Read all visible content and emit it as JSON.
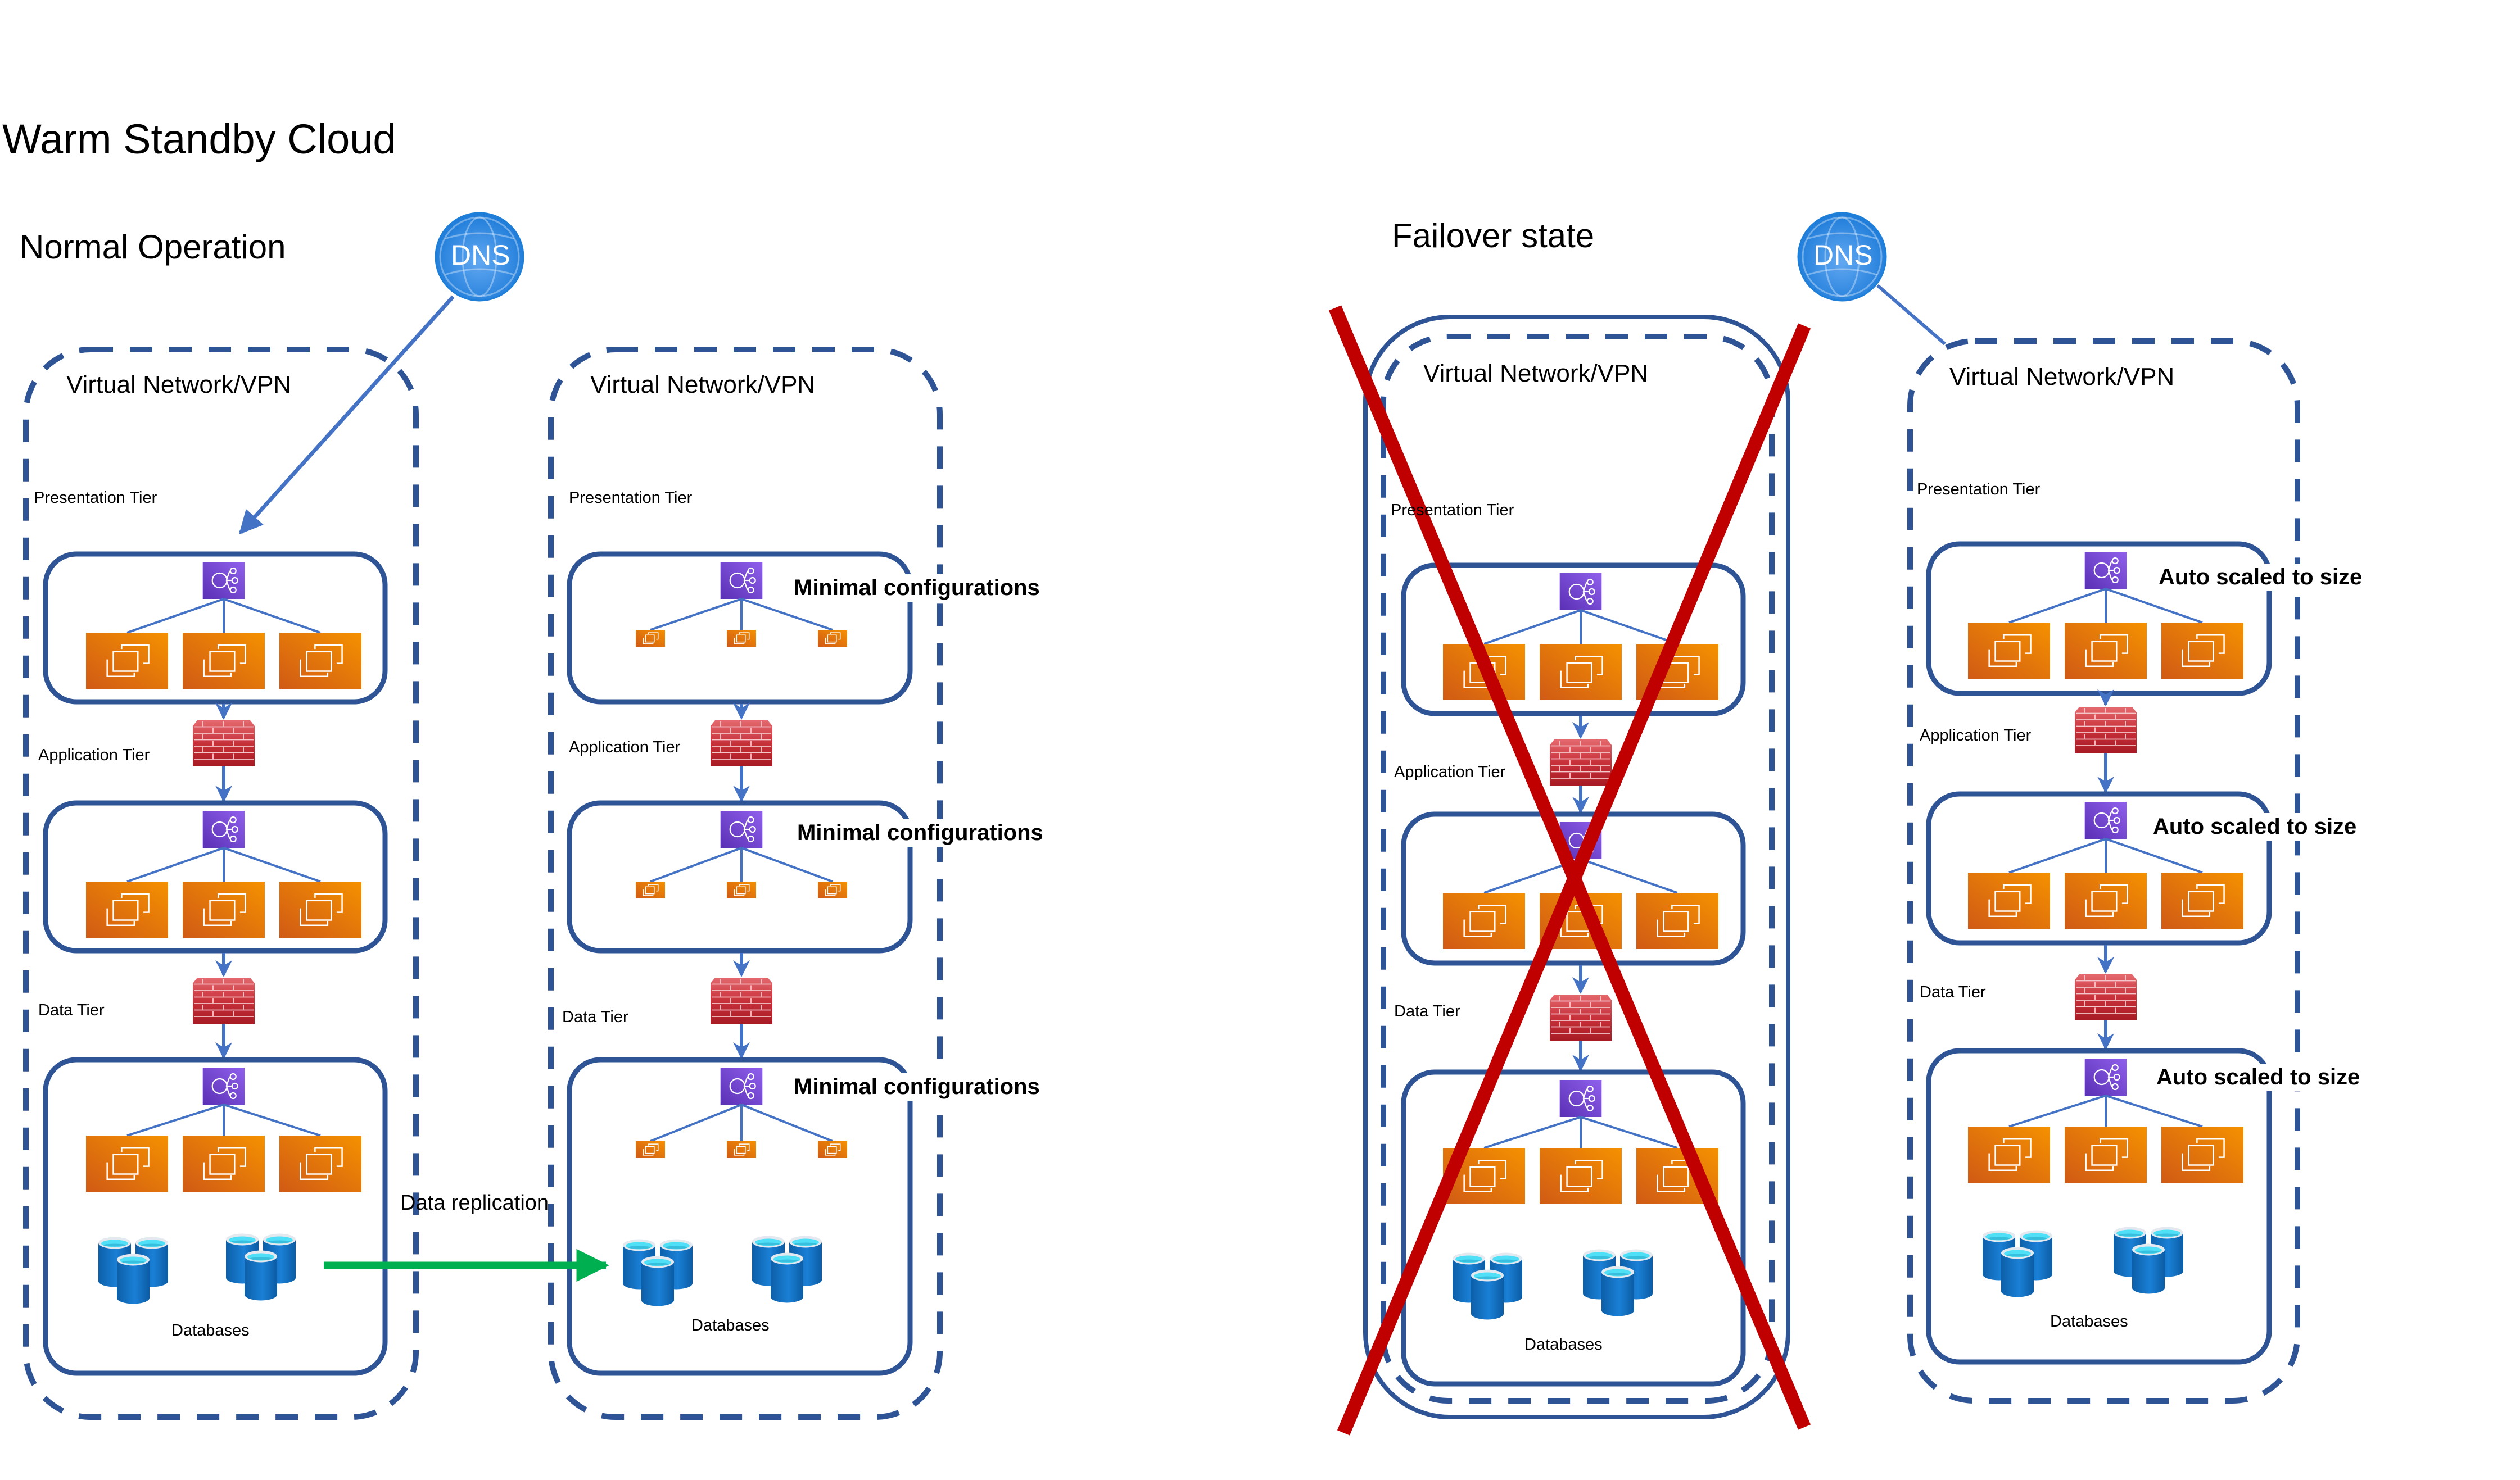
{
  "diagram": {
    "title": "Warm Standby Cloud",
    "colors": {
      "network_border": "#2F5496",
      "connector": "#4472C4",
      "load_balancer": "#7B4BD6",
      "compute": "#E8780C",
      "firewall": "#C0282F",
      "database": "#1777C9",
      "database_top": "#4FE0F7",
      "replication_arrow": "#00B050",
      "failure_cross": "#C00000",
      "dns": "#1E7FD9"
    },
    "sections": [
      {
        "id": "normal",
        "title": "Normal Operation",
        "dns": {
          "label": "DNS",
          "icon": "dns-globe-icon",
          "routes_to": "primary"
        },
        "networks": [
          {
            "id": "primary",
            "label": "Virtual Network/VPN",
            "state": "active",
            "tiers": [
              {
                "label": "Presentation Tier",
                "load_balancer": "load-balancer-icon",
                "instances": 3,
                "instance_size": "full",
                "note": ""
              },
              {
                "label": "Application Tier",
                "firewall": "firewall-icon",
                "load_balancer": "load-balancer-icon",
                "instances": 3,
                "instance_size": "full",
                "note": ""
              },
              {
                "label": "Data Tier",
                "firewall": "firewall-icon",
                "load_balancer": "load-balancer-icon",
                "instances": 3,
                "instance_size": "full",
                "note": "",
                "databases_label": "Databases",
                "database_groups": 2
              }
            ]
          },
          {
            "id": "standby",
            "label": "Virtual Network/VPN",
            "state": "standby",
            "tiers": [
              {
                "label": "Presentation Tier",
                "load_balancer": "load-balancer-icon",
                "instances": 3,
                "instance_size": "minimal",
                "note": "Minimal configurations"
              },
              {
                "label": "Application Tier",
                "firewall": "firewall-icon",
                "load_balancer": "load-balancer-icon",
                "instances": 3,
                "instance_size": "minimal",
                "note": "Minimal configurations"
              },
              {
                "label": "Data Tier",
                "firewall": "firewall-icon",
                "load_balancer": "load-balancer-icon",
                "instances": 3,
                "instance_size": "minimal",
                "note": "Minimal configurations",
                "databases_label": "Databases",
                "database_groups": 2
              }
            ]
          }
        ],
        "replication": {
          "label": "Data replication",
          "from": "primary",
          "to": "standby"
        }
      },
      {
        "id": "failover",
        "title": "Failover state",
        "dns": {
          "label": "DNS",
          "icon": "dns-globe-icon",
          "routes_to": "recovered"
        },
        "networks": [
          {
            "id": "failed",
            "label": "Virtual Network/VPN",
            "state": "failed",
            "tiers": [
              {
                "label": "Presentation Tier",
                "load_balancer": "load-balancer-icon",
                "instances": 3,
                "instance_size": "full",
                "note": ""
              },
              {
                "label": "Application Tier",
                "firewall": "firewall-icon",
                "load_balancer": "load-balancer-icon",
                "instances": 3,
                "instance_size": "full",
                "note": ""
              },
              {
                "label": "Data Tier",
                "firewall": "firewall-icon",
                "load_balancer": "load-balancer-icon",
                "instances": 3,
                "instance_size": "full",
                "note": "",
                "databases_label": "Databases",
                "database_groups": 2
              }
            ]
          },
          {
            "id": "recovered",
            "label": "Virtual Network/VPN",
            "state": "active",
            "tiers": [
              {
                "label": "Presentation Tier",
                "load_balancer": "load-balancer-icon",
                "instances": 3,
                "instance_size": "full",
                "note": "Auto scaled to size"
              },
              {
                "label": "Application Tier",
                "firewall": "firewall-icon",
                "load_balancer": "load-balancer-icon",
                "instances": 3,
                "instance_size": "full",
                "note": "Auto scaled to size"
              },
              {
                "label": "Data Tier",
                "firewall": "firewall-icon",
                "load_balancer": "load-balancer-icon",
                "instances": 3,
                "instance_size": "full",
                "note": "Auto scaled to size",
                "databases_label": "Databases",
                "database_groups": 2
              }
            ]
          }
        ]
      }
    ]
  }
}
